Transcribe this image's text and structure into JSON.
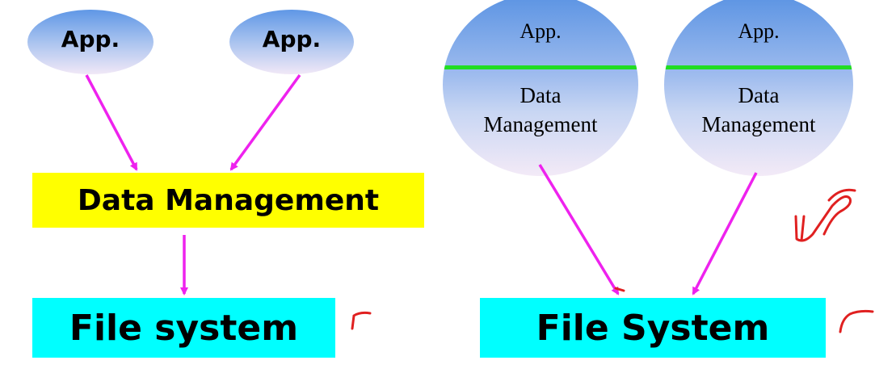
{
  "left": {
    "app_1": "App.",
    "app_2": "App.",
    "data_management": "Data Management",
    "file_system": "File system"
  },
  "right": {
    "app_1": "App.",
    "app_2": "App.",
    "data_management_1_line1": "Data",
    "data_management_1_line2": "Management",
    "data_management_2_line1": "Data",
    "data_management_2_line2": "Management",
    "file_system": "File System"
  },
  "colors": {
    "arrow": "#ee22ee",
    "data_management_box": "#ffff00",
    "file_system_box": "#00ffff",
    "divider": "#22dd22",
    "annotation": "#e02020"
  }
}
